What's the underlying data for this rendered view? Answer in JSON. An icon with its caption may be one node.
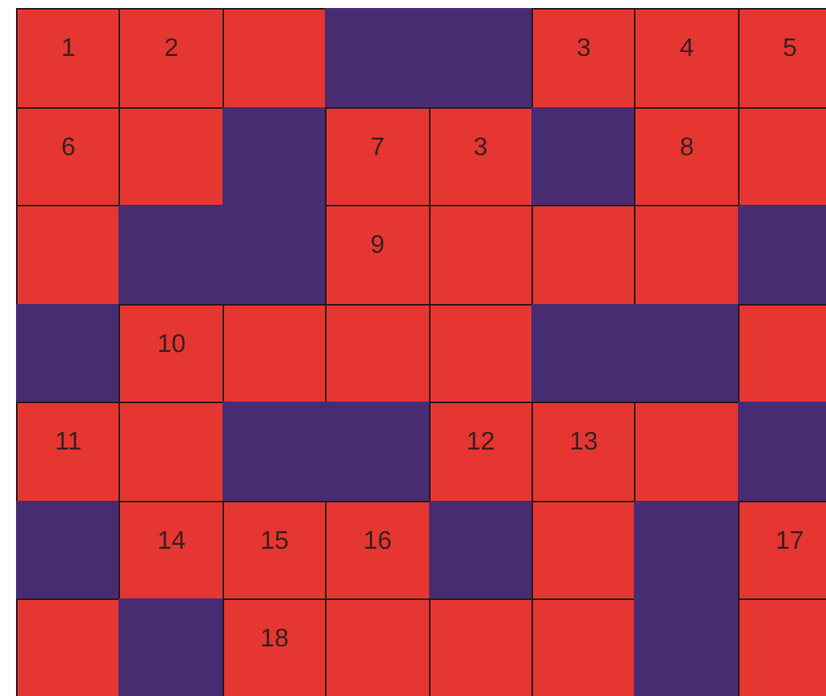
{
  "diagram": {
    "labels": [
      "1",
      "2",
      "3",
      "4",
      "5",
      "6",
      "7",
      "3",
      "8",
      "9",
      "10",
      "11",
      "12",
      "13",
      "14",
      "15",
      "16",
      "17",
      "18"
    ]
  }
}
